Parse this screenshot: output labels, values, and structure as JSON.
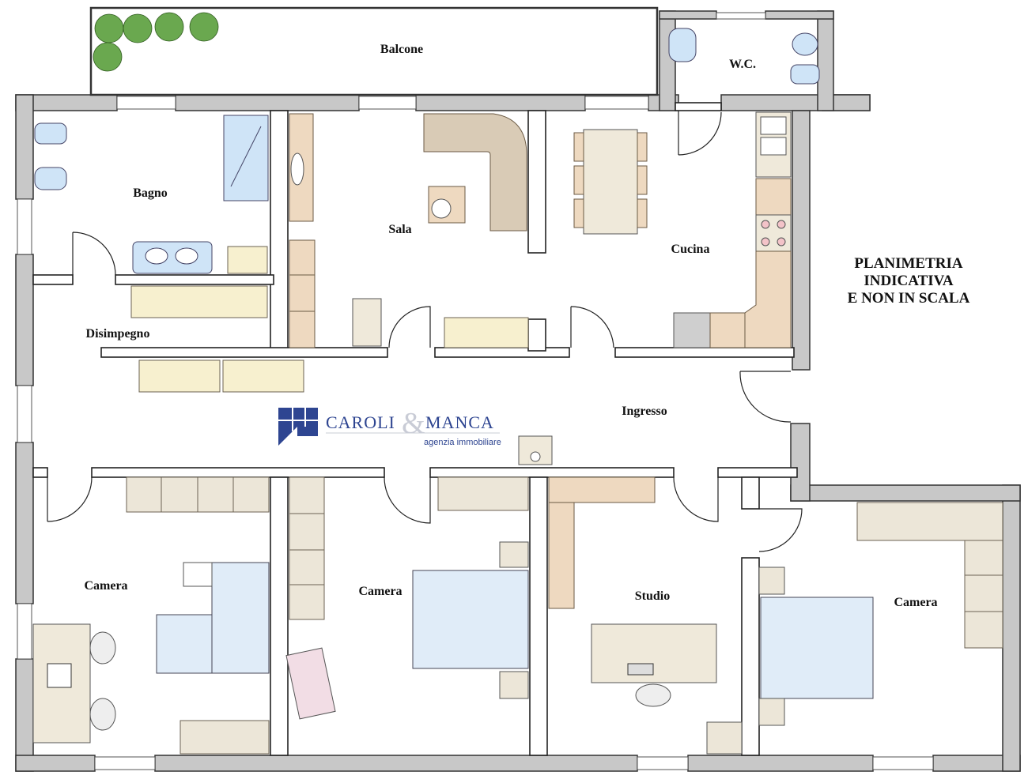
{
  "rooms": {
    "balcone": "Balcone",
    "wc": "W.C.",
    "bagno": "Bagno",
    "sala": "Sala",
    "cucina": "Cucina",
    "disimpegno": "Disimpegno",
    "ingresso": "Ingresso",
    "camera_1": "Camera",
    "camera_2": "Camera",
    "studio": "Studio",
    "camera_3": "Camera"
  },
  "note": {
    "line1": "PLANIMETRIA",
    "line2": "INDICATIVA",
    "line3": "E NON IN SCALA"
  },
  "logo": {
    "name_left": "CAROLI",
    "ampersand": "&",
    "name_right": "MANCA",
    "tagline": "agenzia immobiliare",
    "color": "#2e4591"
  },
  "colors": {
    "wall": "#c8c8c8",
    "cabinet": "#ece6d8",
    "kitchen": "#eed9c0",
    "fixture": "#cfe4f7"
  }
}
